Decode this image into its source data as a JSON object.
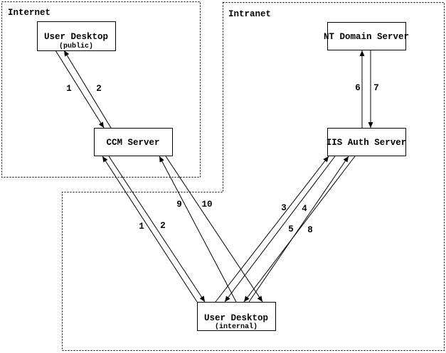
{
  "diagram": {
    "colors": {
      "line": "#000000",
      "background": "#ffffff"
    },
    "zones": [
      {
        "label": "Internet"
      },
      {
        "label": "Intranet"
      }
    ],
    "nodes": [
      {
        "name": "User Desktop",
        "sub": "(public)"
      },
      {
        "name": "CCM Server"
      },
      {
        "name": "NT Domain Server"
      },
      {
        "name": "IIS Auth Server"
      },
      {
        "name": "User Desktop",
        "sub": "(internal)"
      }
    ],
    "edges": [
      {
        "label": "1",
        "from": "User Desktop (public)",
        "to": "CCM Server"
      },
      {
        "label": "2",
        "from": "CCM Server",
        "to": "User Desktop (public)"
      },
      {
        "label": "1",
        "from": "User Desktop (internal)",
        "to": "CCM Server"
      },
      {
        "label": "2",
        "from": "CCM Server",
        "to": "User Desktop (internal)"
      },
      {
        "label": "9",
        "from": "User Desktop (internal)",
        "to": "CCM Server"
      },
      {
        "label": "10",
        "from": "CCM Server",
        "to": "User Desktop (internal)"
      },
      {
        "label": "3",
        "from": "User Desktop (internal)",
        "to": "IIS Auth Server"
      },
      {
        "label": "4",
        "from": "IIS Auth Server",
        "to": "User Desktop (internal)"
      },
      {
        "label": "5",
        "from": "User Desktop (internal)",
        "to": "IIS Auth Server"
      },
      {
        "label": "8",
        "from": "IIS Auth Server",
        "to": "User Desktop (internal)"
      },
      {
        "label": "6",
        "from": "IIS Auth Server",
        "to": "NT Domain Server"
      },
      {
        "label": "7",
        "from": "NT Domain Server",
        "to": "IIS Auth Server"
      }
    ]
  }
}
